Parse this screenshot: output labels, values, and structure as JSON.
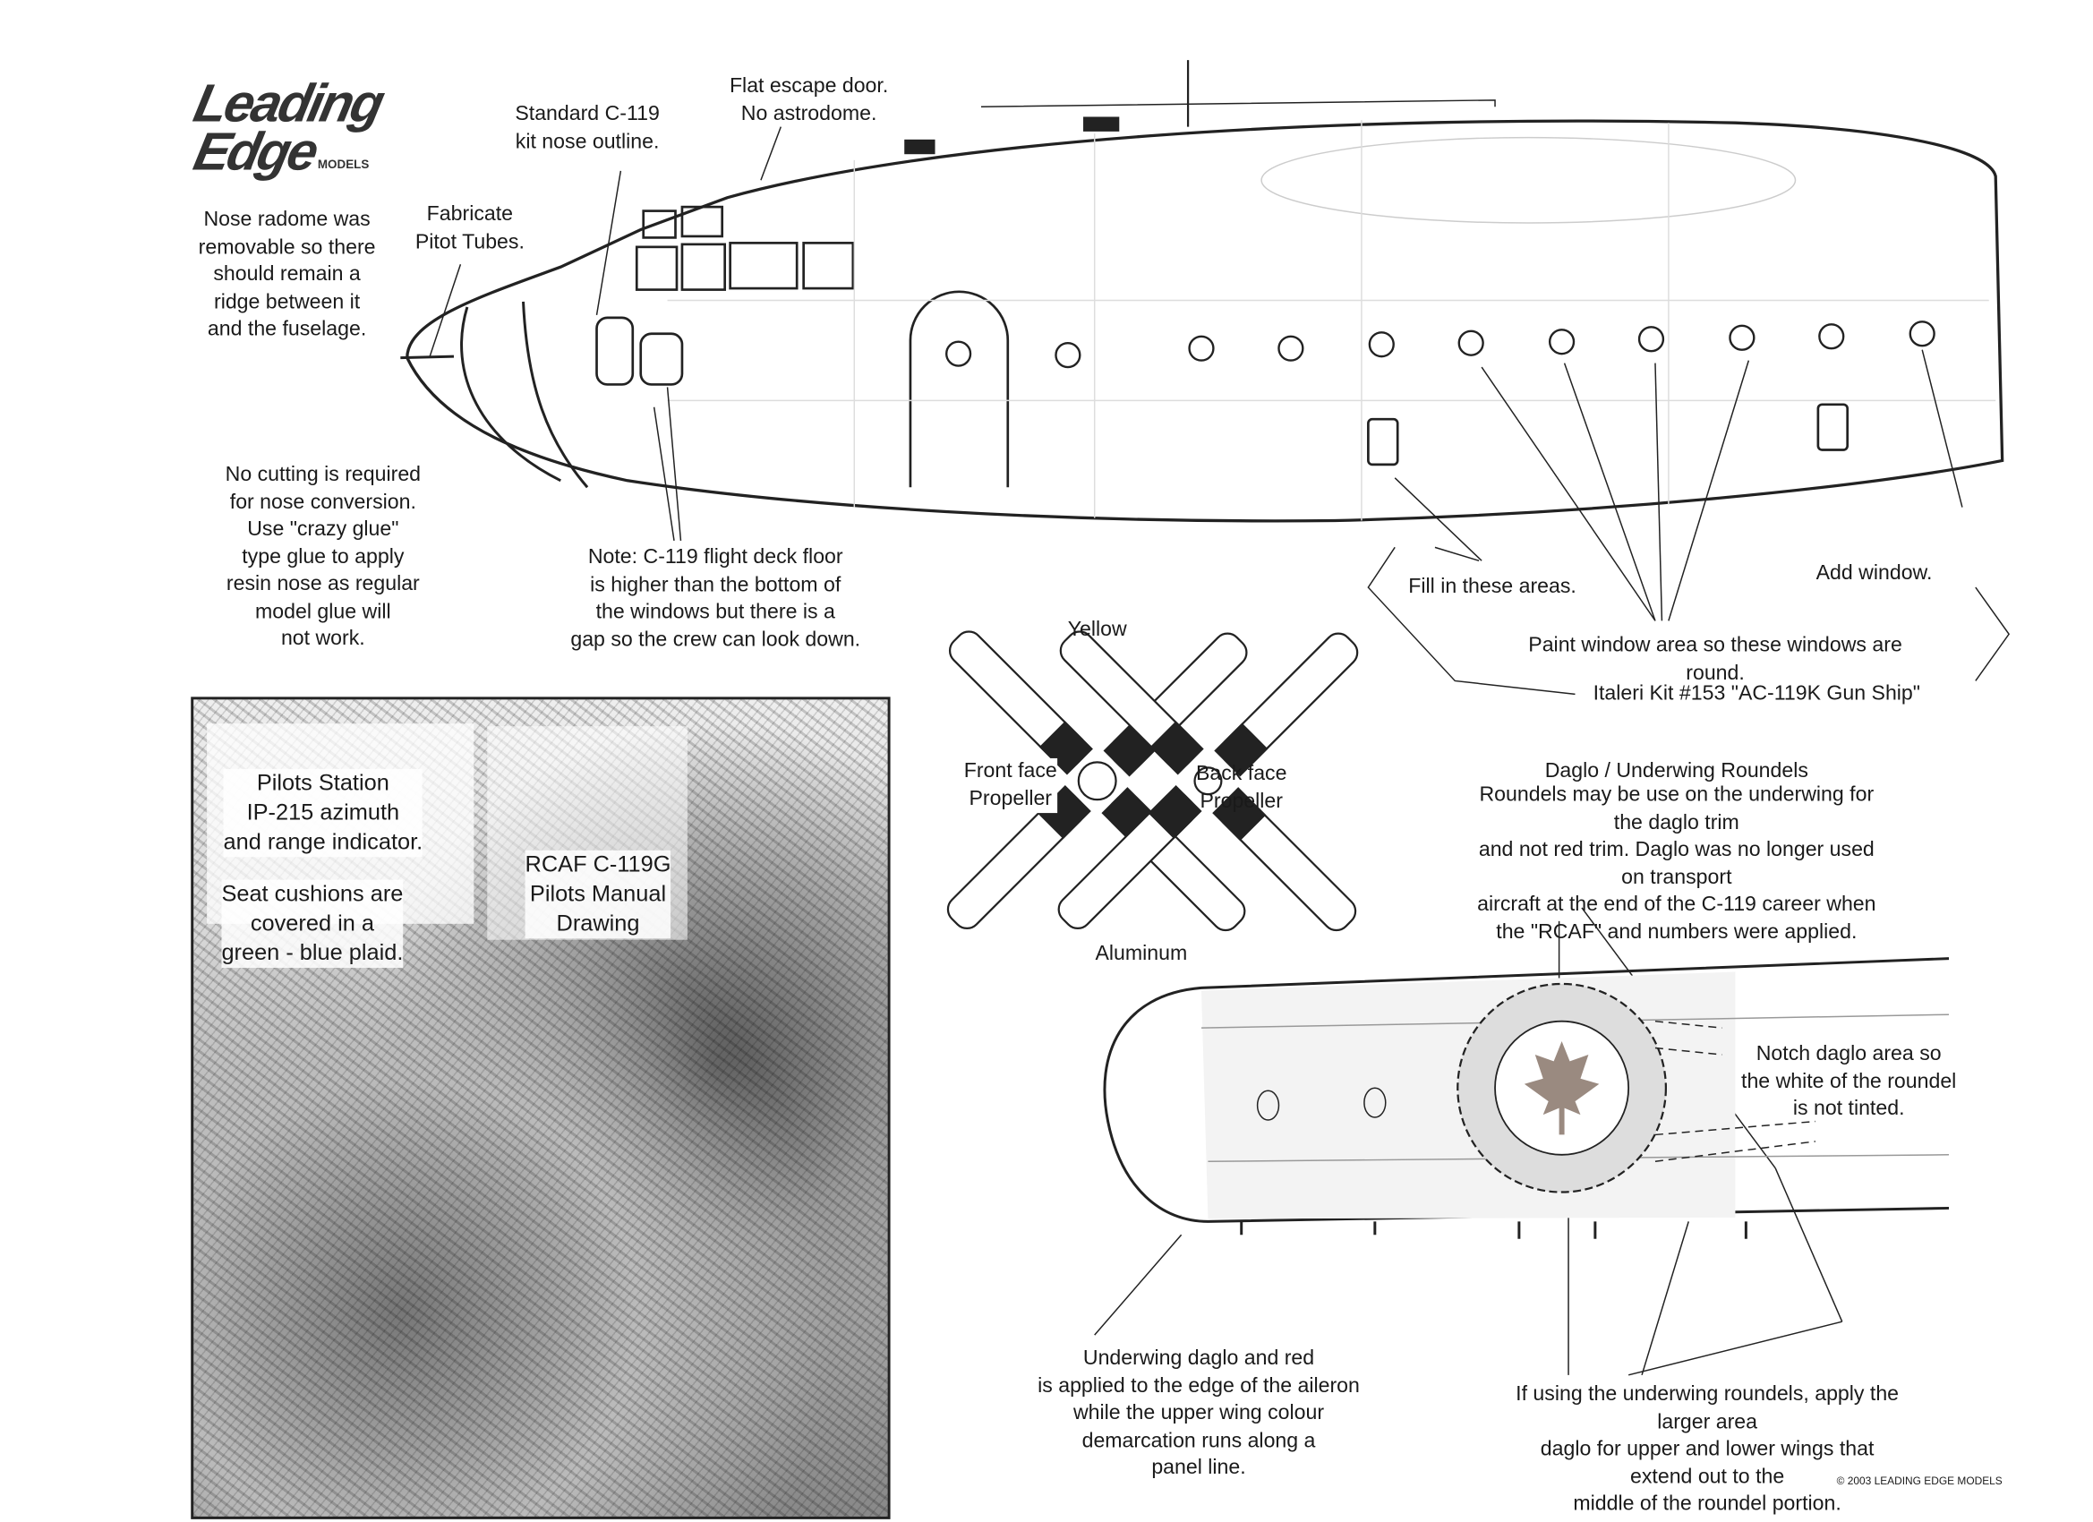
{
  "logo": {
    "line1": "Leading",
    "line2": "Edge",
    "line3": "MODELS"
  },
  "notes": {
    "nose_radome": "Nose radome was\nremovable so there\nshould remain a\nridge between it\nand the fuselage.",
    "pitot": "Fabricate\nPitot Tubes.",
    "standard_nose": "Standard C-119\nkit nose outline.",
    "escape_door": "Flat escape door.\nNo astrodome.",
    "no_cutting": "No cutting is required\nfor nose conversion.\nUse \"crazy glue\"\ntype glue to apply\nresin nose as regular\nmodel glue will\nnot work.",
    "flight_deck": "Note:  C-119 flight deck floor\nis higher than the bottom of\nthe windows but there is a\ngap so the crew can look down.",
    "fill_areas": "Fill in these areas.",
    "add_window": "Add window.",
    "paint_window": "Paint window area so these windows are round.",
    "italeri": "Italeri Kit #153 \"AC-119K Gun Ship\"",
    "yellow": "Yellow",
    "front_prop": "Front face\nPropeller",
    "back_prop": "Back face\nPropeller",
    "aluminum": "Aluminum",
    "daglo_title": "Daglo / Underwing Roundels",
    "daglo_body": "Roundels may be use on the underwing for the daglo trim\nand not red trim.  Daglo was no longer used on transport\naircraft at the end of the C-119 career when\nthe \"RCAF\" and numbers were applied.",
    "notch": "Notch daglo area so\nthe white of the roundel\nis not tinted.",
    "underwing": "Underwing daglo and red\nis applied to the edge of the aileron\nwhile the upper wing colour\ndemarcation runs along a\npanel line.",
    "if_using": "If using the underwing roundels, apply the larger area\ndaglo for upper and lower wings that extend out to the\nmiddle of the roundel portion.",
    "copyright": "© 2003 LEADING EDGE MODELS"
  },
  "photo": {
    "pilots_station": "Pilots Station\nIP-215  azimuth\nand range indicator.",
    "seat_cushions": "Seat cushions are\ncovered in a\ngreen - blue plaid.",
    "manual": "RCAF C-119G\nPilots Manual\nDrawing"
  }
}
